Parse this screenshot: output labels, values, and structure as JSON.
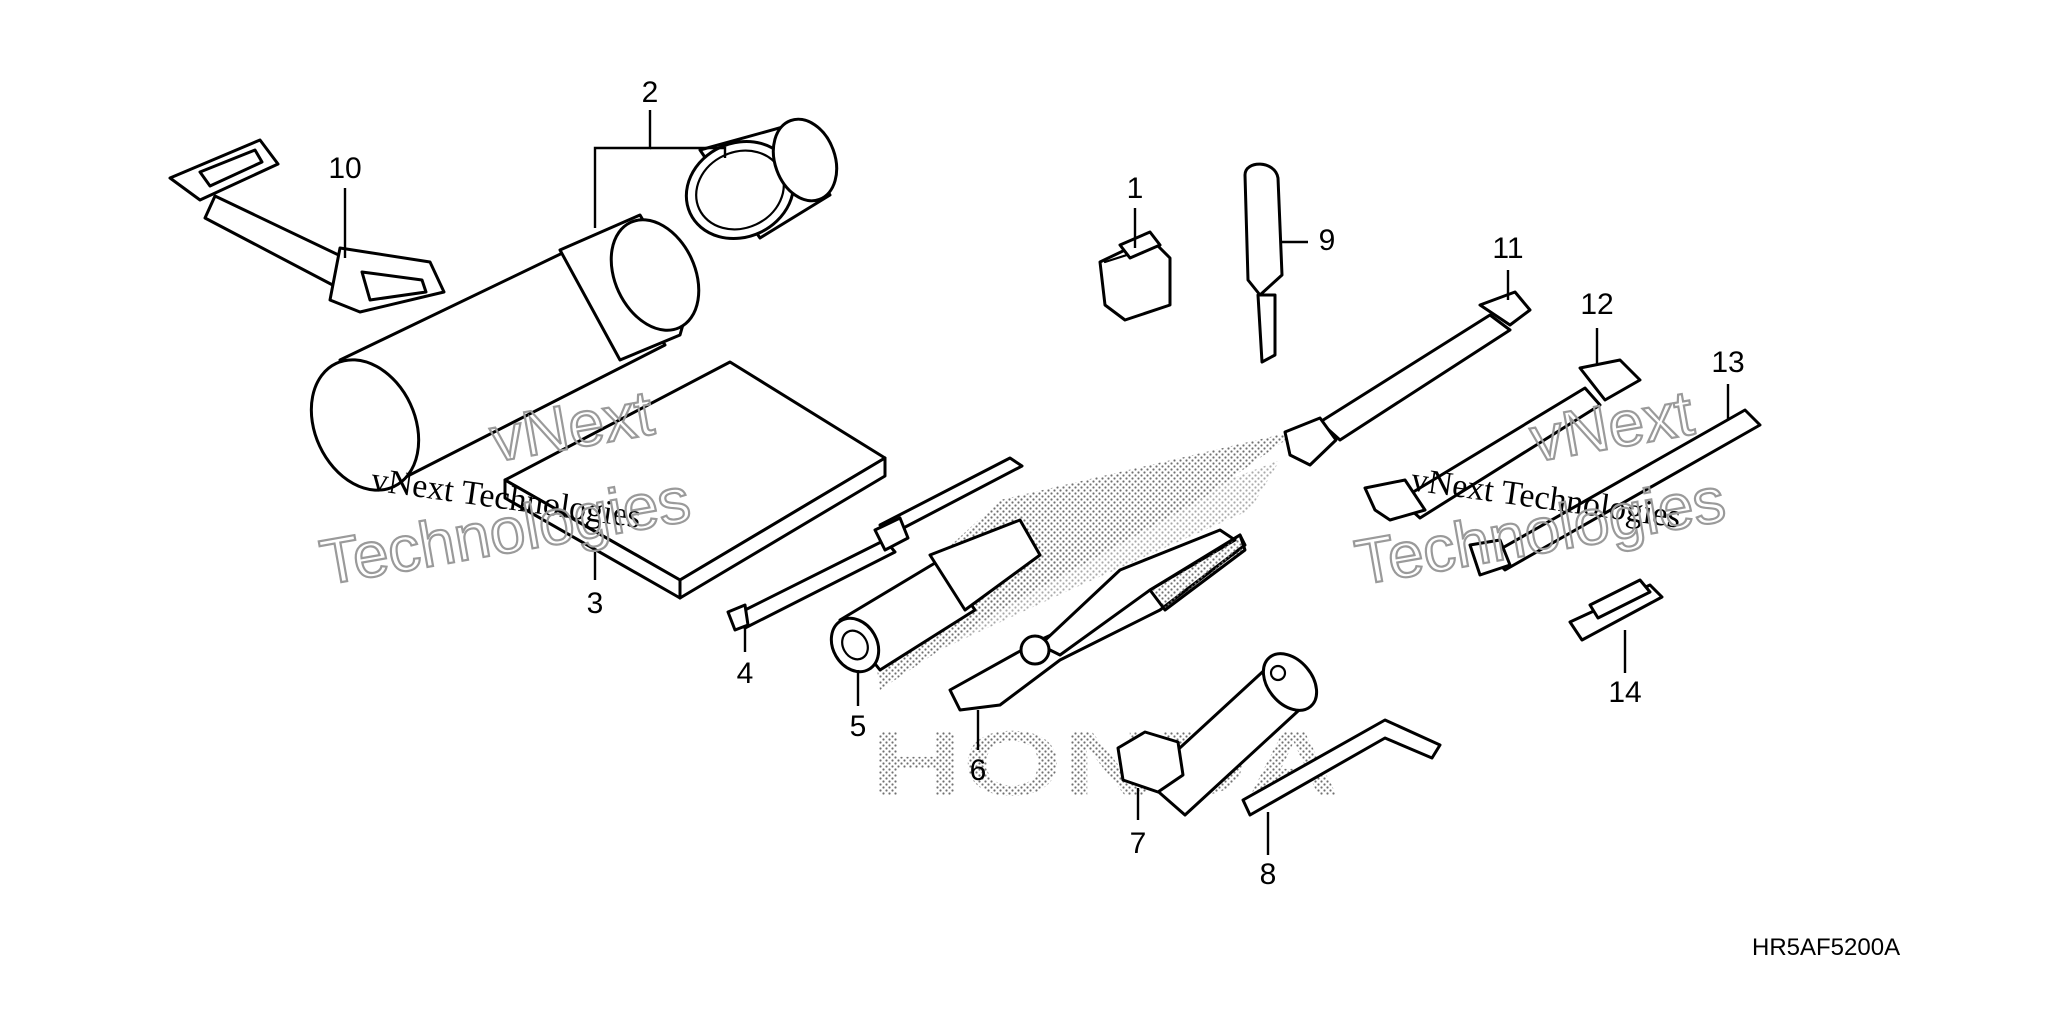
{
  "diagram_code": "HR5AF5200A",
  "watermark": {
    "line_serif": "vNext Technologies",
    "outline_line1": "vNext",
    "outline_line2": "Technologies"
  },
  "background_logo": "HONDA",
  "callouts": {
    "c1": "1",
    "c2": "2",
    "c3": "3",
    "c4": "4",
    "c5": "5",
    "c6": "6",
    "c7": "7",
    "c8": "8",
    "c9": "9",
    "c10": "10",
    "c11": "11",
    "c12": "12",
    "c13": "13",
    "c14": "14"
  }
}
